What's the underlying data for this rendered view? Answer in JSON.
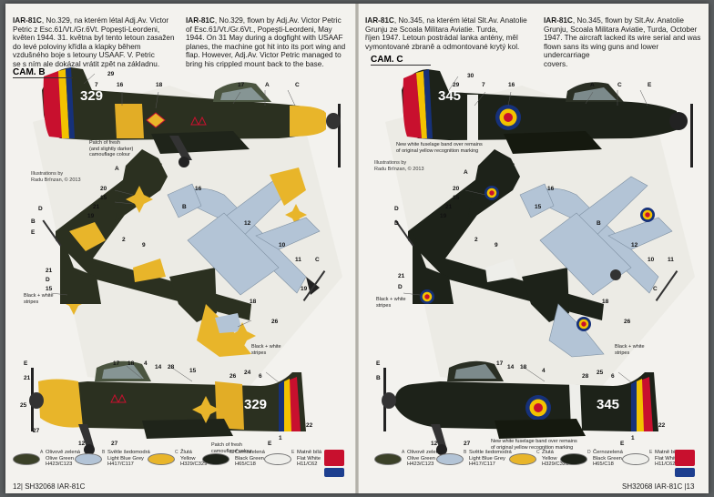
{
  "left": {
    "text_cz_title": "IAR-81C",
    "text_cz": [
      ", No.329, na kterém létal Adj.Av. Victor",
      "Petric z Esc.61/Vt./Gr.6Vt. Popeşti-Leordeni,",
      "květen 1944. 31. května byl tento letoun zasažen",
      "do levé poloviny křídla a klapky během",
      "vzdušného boje s letouny USAAF. V. Petric",
      "se s ním ale dokázal vrátit zpět na základnu."
    ],
    "text_en_title": "IAR-81C",
    "text_en": [
      ", No.329, flown by Adj.Av. Victor Petric",
      "of Esc.61/Vt./Gr.6Vt., Popeşti-Leordeni, May",
      "1944. On 31 May during a dogfight with USAAF",
      "planes, the machine got hit into its port wing and",
      "flap. However, Adj.Av. Victor Petric managed to",
      "bring his crippled mount back to the base."
    ],
    "cam": "CAM. B",
    "serial": "329",
    "patch_note": [
      "Patch of fresh",
      "(and slightly darker)",
      "camouflage colour"
    ],
    "illustrators": [
      "Illustrations by",
      "Radu Brînzan, © 2013"
    ],
    "stripes_note_1": [
      "Black + white",
      "stripes"
    ],
    "stripes_note_2": [
      "Black + white",
      "stripes"
    ],
    "patch_note_2": [
      "Patch of fresh",
      "camouflage colour"
    ],
    "footer": "12| SH32068 IAR-81C"
  },
  "right": {
    "text_cz_title": "IAR-81C",
    "text_cz": [
      ", No.345, na kterém létal Slt.Av. Anatolie",
      "Grunju ze Scoala Militara Aviatie. Turda,",
      "říjen 1947. Letoun postrádal lanka antény, měl",
      "vymontované zbraně a odmontované krytý kol."
    ],
    "text_en_title": "IAR-81C",
    "text_en": [
      ", No.345, flown by Slt.Av. Anatolie",
      "Grunju, Scoala Militara Aviatie, Turda, October",
      "1947. The aircraft lacked its wire serial and was",
      "flown sans its wing guns and lower undercarriage",
      "covers."
    ],
    "cam": "CAM. C",
    "serial": "345",
    "band_note": [
      "New white fuselage band over remains",
      "of original yellow recognition marking"
    ],
    "illustrators": [
      "Illustrations by",
      "Radu Brînzan, © 2013"
    ],
    "stripes_note_1": [
      "Black + white",
      "stripes"
    ],
    "stripes_note_2": [
      "Black + white",
      "stripes"
    ],
    "band_note_2": [
      "New white fuselage band over remains",
      "of original yellow recognition marking"
    ],
    "footer": "SH32068 IAR-81C |13"
  },
  "legend": [
    {
      "key": "A",
      "cz": "Olivově zelená",
      "en": "Olive Green",
      "code": "H423/C123",
      "color": "#3b4128"
    },
    {
      "key": "B",
      "cz": "Světle šedomodrá",
      "en": "Light Blue Grey",
      "code": "H417/C117",
      "color": "#b3c4d6"
    },
    {
      "key": "C",
      "cz": "Žlutá",
      "en": "Yellow",
      "code": "H329/C329",
      "color": "#e8b52a"
    },
    {
      "key": "D",
      "cz": "Černozelená",
      "en": "Black Green",
      "code": "H65/C18",
      "color": "#1d2219"
    },
    {
      "key": "E",
      "cz": "Matně bílá",
      "en": "Flat White",
      "code": "H11/C62",
      "color": "#eeeeea"
    }
  ],
  "callouts_left": [
    "29",
    "7",
    "16",
    "18",
    "17",
    "A",
    "C",
    "E",
    "A",
    "20",
    "15",
    "21",
    "19",
    "D",
    "17",
    "2",
    "9",
    "26",
    "21",
    "D",
    "20",
    "15",
    "C",
    "16",
    "B",
    "12",
    "10",
    "11",
    "C",
    "19",
    "26",
    "18",
    "25",
    "E",
    "B",
    "21",
    "27",
    "14",
    "18",
    "4",
    "28",
    "15",
    "26",
    "24",
    "6",
    "22",
    "1",
    "E",
    "27",
    "12"
  ],
  "callouts_right": [
    "30",
    "29",
    "7",
    "16",
    "A",
    "C",
    "E",
    "A",
    "20",
    "15",
    "21",
    "19",
    "D",
    "D",
    "2",
    "9",
    "21",
    "D",
    "15",
    "16",
    "B",
    "12",
    "10",
    "11",
    "C",
    "26",
    "18",
    "E",
    "B",
    "17",
    "14",
    "18",
    "4",
    "28",
    "25",
    "6",
    "22",
    "1",
    "E",
    "27",
    "12"
  ]
}
